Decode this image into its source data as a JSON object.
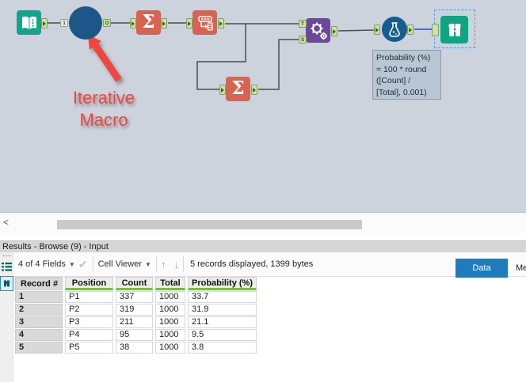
{
  "canvas": {
    "tools": {
      "input": "Input Data",
      "macro": "Iterative Macro",
      "summarize1": "Summarize",
      "transpose": "Transpose",
      "summarize2": "Summarize",
      "append": "Append Fields",
      "formula": "Formula",
      "browse": "Browse"
    },
    "ports": {
      "macro_in": "1",
      "macro_out": "O",
      "append_t": "T",
      "append_s": "S"
    },
    "annotation": {
      "lines": [
        "Probability (%)",
        "= 100 * round",
        "([Count] /",
        "[Total], 0.001)"
      ]
    },
    "callout": {
      "line1": "Iterative",
      "line2": "Macro"
    }
  },
  "scrollbar": {
    "left_arrow": "<"
  },
  "results": {
    "title": "Results - Browse (9) - Input",
    "toolbar": {
      "fields_dropdown": "4 of 4 Fields",
      "cell_viewer": "Cell Viewer",
      "up_arrow": "↑",
      "down_arrow": "↓",
      "status": "5 records displayed, 1399 bytes",
      "data_tab": "Data",
      "metadata_tab": "Me"
    },
    "table": {
      "record_header": "Record #",
      "columns": [
        "Position",
        "Count",
        "Total",
        "Probability (%)"
      ],
      "rows": [
        {
          "n": "1",
          "cells": [
            "P1",
            "337",
            "1000",
            "33.7"
          ]
        },
        {
          "n": "2",
          "cells": [
            "P2",
            "319",
            "1000",
            "31.9"
          ]
        },
        {
          "n": "3",
          "cells": [
            "P3",
            "211",
            "1000",
            "21.1"
          ]
        },
        {
          "n": "4",
          "cells": [
            "P4",
            "95",
            "1000",
            "9.5"
          ]
        },
        {
          "n": "5",
          "cells": [
            "P5",
            "38",
            "1000",
            "3.8"
          ]
        }
      ]
    }
  },
  "colors": {
    "canvas_bg": "#ccd3dc",
    "input_teal": "#14a38c",
    "browse_teal": "#0fa584",
    "summarize_salmon": "#d96350",
    "append_purple": "#6b4899",
    "formula_blue": "#135e8e",
    "macro_blue": "#1d5787",
    "callout_red": "#f2453d",
    "selected_wire_blue": "#3347d6",
    "field_header_green": "#71c044",
    "data_tab_blue": "#1e7cbd"
  }
}
